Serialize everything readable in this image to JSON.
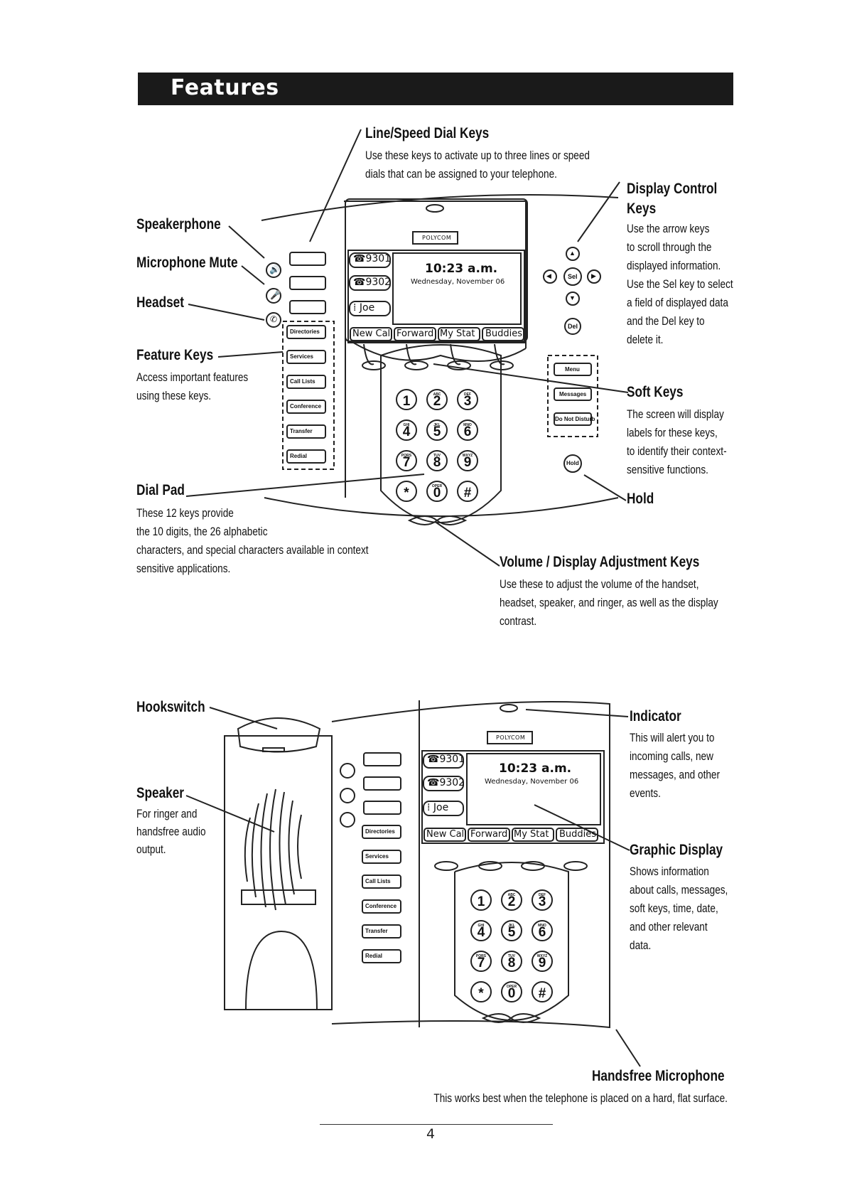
{
  "header": {
    "title": "Features"
  },
  "phone": {
    "brand": "POLYCOM",
    "lines": [
      "9301",
      "9302",
      "Joe"
    ],
    "time": "10:23 a.m.",
    "date": "Wednesday, November 06",
    "softkeys": [
      "New Call",
      "Forward",
      "My Stat",
      "Buddies"
    ],
    "feature_keys": [
      "Directories",
      "Services",
      "Call Lists",
      "Conference",
      "Transfer",
      "Redial"
    ],
    "right_keys": [
      "Menu",
      "Messages",
      "Do Not Disturb"
    ],
    "hold_key": "Hold",
    "sel_key": "Sel",
    "del_key": "Del",
    "keypad": [
      {
        "digit": "1",
        "letters": ""
      },
      {
        "digit": "2",
        "letters": "ABC"
      },
      {
        "digit": "3",
        "letters": "DEF"
      },
      {
        "digit": "4",
        "letters": "GHI"
      },
      {
        "digit": "5",
        "letters": "JKL"
      },
      {
        "digit": "6",
        "letters": "MNO"
      },
      {
        "digit": "7",
        "letters": "PQRS"
      },
      {
        "digit": "8",
        "letters": "TUV"
      },
      {
        "digit": "9",
        "letters": "WXYZ"
      },
      {
        "digit": "*",
        "letters": ""
      },
      {
        "digit": "0",
        "letters": "OPER"
      },
      {
        "digit": "#",
        "letters": ""
      }
    ]
  },
  "labels": {
    "line_speed": {
      "title": "Line/Speed Dial Keys",
      "desc": [
        "Use these keys to activate up to three lines or speed",
        "dials that can be assigned to your telephone."
      ]
    },
    "display_control": {
      "title": [
        "Display Control",
        "Keys"
      ],
      "desc": [
        "Use the arrow keys",
        "to scroll through the",
        "displayed information.",
        "Use the Sel key to select",
        "a field of displayed data",
        "and the Del key to",
        "delete it."
      ]
    },
    "speakerphone": "Speakerphone",
    "mic_mute": "Microphone Mute",
    "headset": "Headset",
    "feature_keys": {
      "title": "Feature Keys",
      "desc": [
        "Access important features",
        "using these keys."
      ]
    },
    "soft_keys": {
      "title": "Soft Keys",
      "desc": [
        "The screen will display",
        "labels for these keys,",
        "to identify their context-",
        "sensitive functions."
      ]
    },
    "hold": "Hold",
    "dial_pad": {
      "title": "Dial Pad",
      "desc": [
        "These 12 keys provide",
        "the 10 digits, the 26 alphabetic",
        "characters, and special characters available in context",
        "sensitive applications."
      ]
    },
    "volume": {
      "title": "Volume / Display Adjustment Keys",
      "desc": [
        "Use these to adjust the volume of the handset,",
        "headset, speaker, and ringer, as well as the display",
        "contrast."
      ]
    },
    "hookswitch": "Hookswitch",
    "speaker": {
      "title": "Speaker",
      "desc": [
        "For ringer and",
        "handsfree audio",
        "output."
      ]
    },
    "indicator": {
      "title": "Indicator",
      "desc": [
        "This will alert you to",
        "incoming calls, new",
        "messages, and other",
        "events."
      ]
    },
    "graphic_display": {
      "title": "Graphic Display",
      "desc": [
        "Shows information",
        "about calls, messages,",
        "soft keys, time, date,",
        "and other relevant",
        "data."
      ]
    },
    "handsfree_mic": {
      "title": "Handsfree Microphone",
      "desc": "This works best when the telephone is placed on a hard, flat surface."
    }
  },
  "footer": {
    "page_number": "4"
  }
}
